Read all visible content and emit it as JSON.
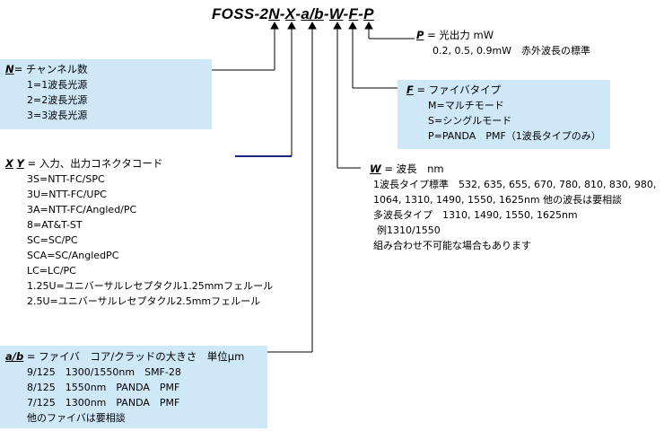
{
  "title": {
    "prefix": "FOSS-2",
    "n": "N",
    "sep1": "-",
    "x": "X",
    "sep2": "-",
    "ab": "a/b",
    "sep3": "-",
    "w": "W",
    "sep4": "-",
    "f": "F",
    "sep5": "-",
    "p": "P"
  },
  "p_section": {
    "key": "P",
    "label": " = 光出力 mW",
    "lines": [
      "0.2, 0.5, 0.9mW　赤外波長の標準"
    ]
  },
  "n_section": {
    "key": "N",
    "label": "= チャンネル数",
    "lines": [
      "1=1波長光源",
      "2=2波長光源",
      "3=3波長光源"
    ]
  },
  "f_section": {
    "key": "F",
    "label": " = ファイバタイプ",
    "lines": [
      "M=マルチモード",
      "S=シングルモード",
      "P=PANDA　PMF（1波長タイプのみ）"
    ]
  },
  "xy_section": {
    "key_x": "X",
    "key_y": "Y",
    "label": " = 入力、出力コネクタコード",
    "lines": [
      "3S=NTT-FC/SPC",
      "3U=NTT-FC/UPC",
      "3A=NTT-FC/Angled/PC",
      "8=AT&T-ST",
      "SC=SC/PC",
      "SCA=SC/AngledPC",
      "LC=LC/PC",
      "1.25U=ユニバーサルレセプタクル1.25mmフェルール",
      "2.5U=ユニバーサルレセプタクル2.5mmフェルール"
    ]
  },
  "w_section": {
    "key": "W",
    "label": " = 波長　nm",
    "lines": [
      "1波長タイプ標準　532, 635, 655, 670, 780, 810, 830, 980,",
      "1064, 1310, 1490, 1550, 1625nm 他の波長は要相談",
      "多波長タイプ　1310, 1490, 1550, 1625nm",
      "例1310/1550",
      "組み合わせ不可能な場合もあります"
    ]
  },
  "ab_section": {
    "key": "a/b",
    "label": " = ファイバ　コア/クラッドの大きさ　単位μm",
    "lines": [
      "9/125　1300/1550nm　SMF-28",
      "8/125　1550nm　PANDA　PMF",
      "7/125　1300nm　PANDA　PMF",
      "他のファイバは要相談"
    ]
  },
  "colors": {
    "box_fill": "#cfe8f7",
    "line": "#000000",
    "connector_accent": "#1a237e"
  }
}
